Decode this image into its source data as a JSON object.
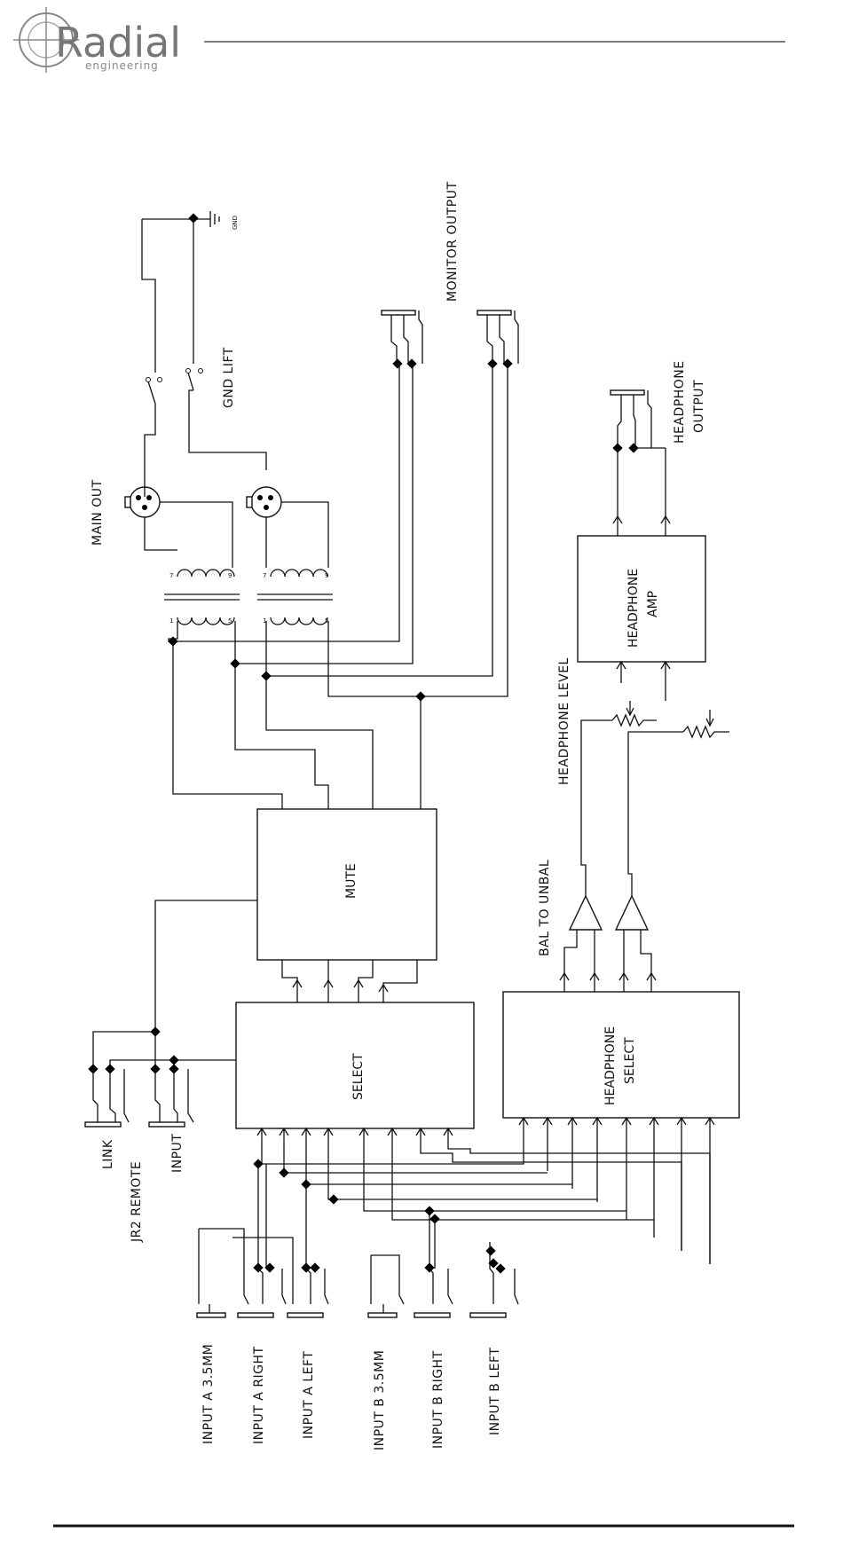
{
  "header": {
    "brand": "Radial",
    "brand_sub": "engineering"
  },
  "labels": {
    "gnd": "GND",
    "monitor_output": "MONITOR OUTPUT",
    "gnd_lift": "GND LIFT",
    "main_out": "MAIN OUT",
    "headphone_output_1": "HEADPHONE",
    "headphone_output_2": "OUTPUT",
    "headphone_level": "HEADPHONE LEVEL",
    "bal_to_unbal": "BAL TO UNBAL",
    "link": "LINK",
    "input": "INPUT",
    "jr2_remote": "JR2 REMOTE",
    "input_a_35": "INPUT A 3.5MM",
    "input_a_right": "INPUT A RIGHT",
    "input_a_left": "INPUT A LEFT",
    "input_b_35": "INPUT B 3.5MM",
    "input_b_right": "INPUT B RIGHT",
    "input_b_left": "INPUT B LEFT"
  },
  "blocks": {
    "mute": "MUTE",
    "select": "SELECT",
    "headphone_select_1": "HEADPHONE",
    "headphone_select_2": "SELECT",
    "headphone_amp_1": "HEADPHONE",
    "headphone_amp_2": "AMP"
  },
  "transformer_pins": {
    "p7": "7",
    "p9": "9",
    "p1": "1",
    "p5": "5"
  }
}
